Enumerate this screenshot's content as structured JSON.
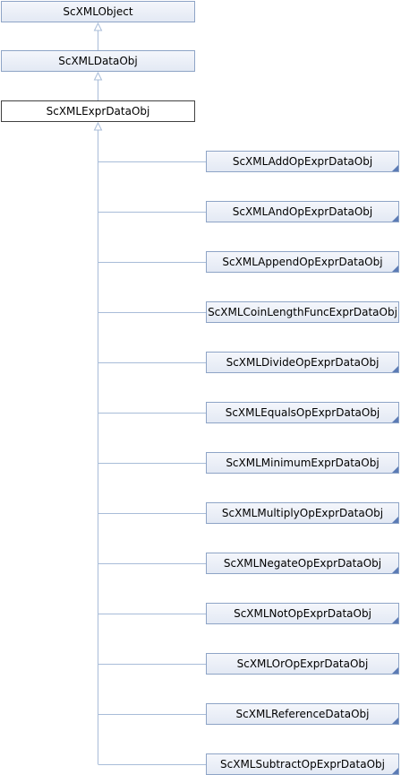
{
  "diagram": {
    "root_classes": [
      {
        "label": "ScXMLObject"
      },
      {
        "label": "ScXMLDataObj"
      }
    ],
    "current_class": {
      "label": "ScXMLExprDataObj"
    },
    "derived_classes": [
      {
        "label": "ScXMLAddOpExprDataObj",
        "has_more": true
      },
      {
        "label": "ScXMLAndOpExprDataObj",
        "has_more": true
      },
      {
        "label": "ScXMLAppendOpExprDataObj",
        "has_more": true
      },
      {
        "label": "ScXMLCoinLengthFuncExprDataObj",
        "has_more": false
      },
      {
        "label": "ScXMLDivideOpExprDataObj",
        "has_more": true
      },
      {
        "label": "ScXMLEqualsOpExprDataObj",
        "has_more": true
      },
      {
        "label": "ScXMLMinimumExprDataObj",
        "has_more": true
      },
      {
        "label": "ScXMLMultiplyOpExprDataObj",
        "has_more": true
      },
      {
        "label": "ScXMLNegateOpExprDataObj",
        "has_more": true
      },
      {
        "label": "ScXMLNotOpExprDataObj",
        "has_more": true
      },
      {
        "label": "ScXMLOrOpExprDataObj",
        "has_more": true
      },
      {
        "label": "ScXMLReferenceDataObj",
        "has_more": true
      },
      {
        "label": "ScXMLSubtractOpExprDataObj",
        "has_more": true
      }
    ],
    "colors": {
      "edge": "#a8bcd8",
      "node_border": "#8ea4c6",
      "current_border": "#404040"
    }
  }
}
